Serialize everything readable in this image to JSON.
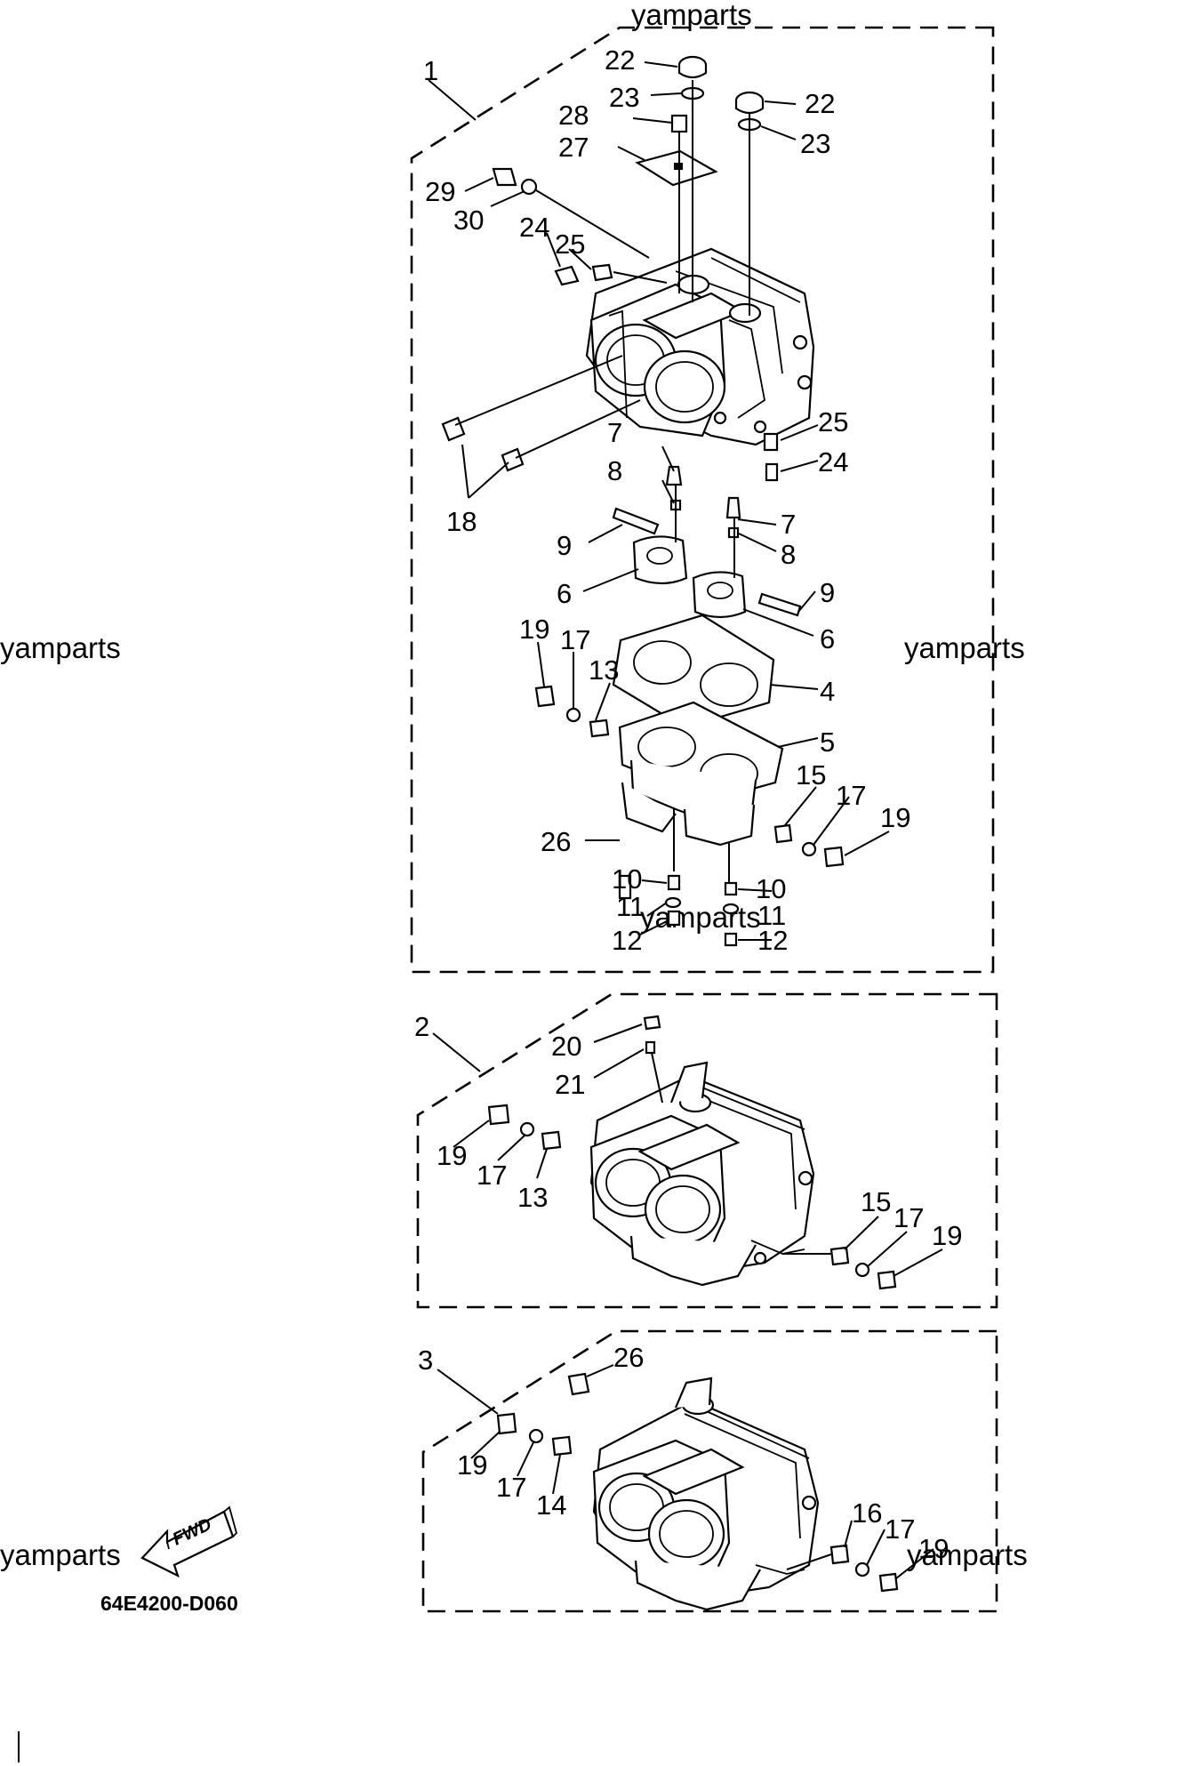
{
  "watermark": "yamparts",
  "drawing_code": "64E4200-D060",
  "fwd_label": "FWD",
  "callouts": {
    "c1": "1",
    "c2": "2",
    "c3": "3",
    "c4": "4",
    "c5": "5",
    "c6a": "6",
    "c6b": "6",
    "c7a": "7",
    "c7b": "7",
    "c8a": "8",
    "c8b": "8",
    "c9a": "9",
    "c9b": "9",
    "c10a": "10",
    "c10b": "10",
    "c11a": "11",
    "c11b": "11",
    "c12a": "12",
    "c12b": "12",
    "c13a": "13",
    "c13b": "13",
    "c14": "14",
    "c15a": "15",
    "c15b": "15",
    "c16": "16",
    "c17a": "17",
    "c17b": "17",
    "c17c": "17",
    "c17d": "17",
    "c17e": "17",
    "c17f": "17",
    "c18": "18",
    "c19a": "19",
    "c19b": "19",
    "c19c": "19",
    "c19d": "19",
    "c19e": "19",
    "c19f": "19",
    "c20": "20",
    "c21": "21",
    "c22a": "22",
    "c22b": "22",
    "c23a": "23",
    "c23b": "23",
    "c24a": "24",
    "c24b": "24",
    "c25a": "25",
    "c25b": "25",
    "c26a": "26",
    "c26b": "26",
    "c27": "27",
    "c28": "28",
    "c29": "29",
    "c30": "30"
  }
}
